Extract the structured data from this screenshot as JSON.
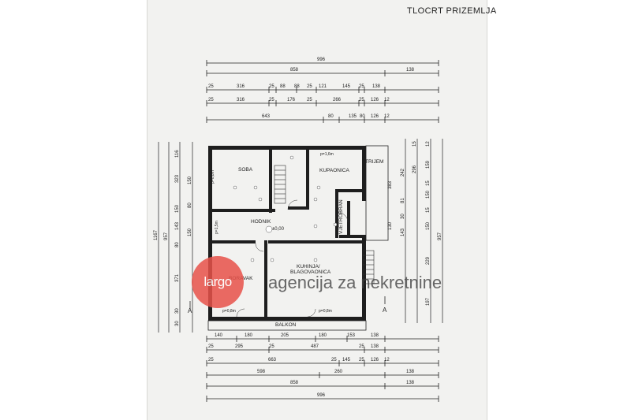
{
  "title": "TLOCRT PRIZEMLJA",
  "rooms": {
    "soba": "SOBA",
    "kupaonica": "KUPAONICA",
    "trijem": "TRIJEM",
    "hodnik": "HODNIK",
    "vjetrobran": "VJETROBRAN",
    "kuhinja1": "KUHINJA/",
    "kuhinja2": "BLAGOVAONICA",
    "boravak": "BORAVAK",
    "balkon": "BALKON"
  },
  "section_marks": {
    "left": "A",
    "right": "A"
  },
  "level": "±0,00",
  "window_notes": {
    "soba": "p=0,8m",
    "kupaonica": "p=1,6m",
    "hodnik": "p=1,5m",
    "boravak": "p=0,8m",
    "kuhinja": "p=0,8m"
  },
  "top_dims": {
    "row1": [
      "996"
    ],
    "row2": [
      "858",
      "138"
    ],
    "row3": [
      "25",
      "316",
      "25",
      "88",
      "88",
      "25",
      "121",
      "145",
      "25",
      "138"
    ],
    "row4": [
      "25",
      "316",
      "25",
      "176",
      "25",
      "266",
      "25",
      "126",
      "12"
    ],
    "row5": [
      "643",
      "80",
      "135",
      "80",
      "126",
      "12"
    ]
  },
  "bottom_dims": {
    "row1": [
      "140",
      "180",
      "205",
      "180",
      "153",
      "138"
    ],
    "row2": [
      "25",
      "295",
      "25",
      "487",
      "25",
      "138"
    ],
    "row3": [
      "25",
      "663",
      "25",
      "145",
      "25",
      "126",
      "12"
    ],
    "row4": [
      "598",
      "260",
      "138"
    ],
    "row5": [
      "858",
      "138"
    ],
    "row6": [
      "996"
    ]
  },
  "left_dims": {
    "outer": "1167",
    "mid": "957",
    "inner": [
      "116",
      "323",
      "150",
      "143",
      "80",
      "371",
      "30",
      "30"
    ],
    "near": [
      "150",
      "80",
      "150"
    ]
  },
  "right_dims": {
    "outer": "957",
    "inner": [
      "12",
      "159",
      "15",
      "150",
      "15",
      "150",
      "229",
      "197"
    ],
    "near": [
      "15",
      "296",
      "242",
      "81",
      "30",
      "143",
      "130",
      "383"
    ]
  },
  "watermark": {
    "logo": "largo",
    "text": "agencija za nekretnine"
  },
  "colors": {
    "sheet": "#f2f2f0",
    "ink": "#222222",
    "logo": "#e8524a"
  }
}
